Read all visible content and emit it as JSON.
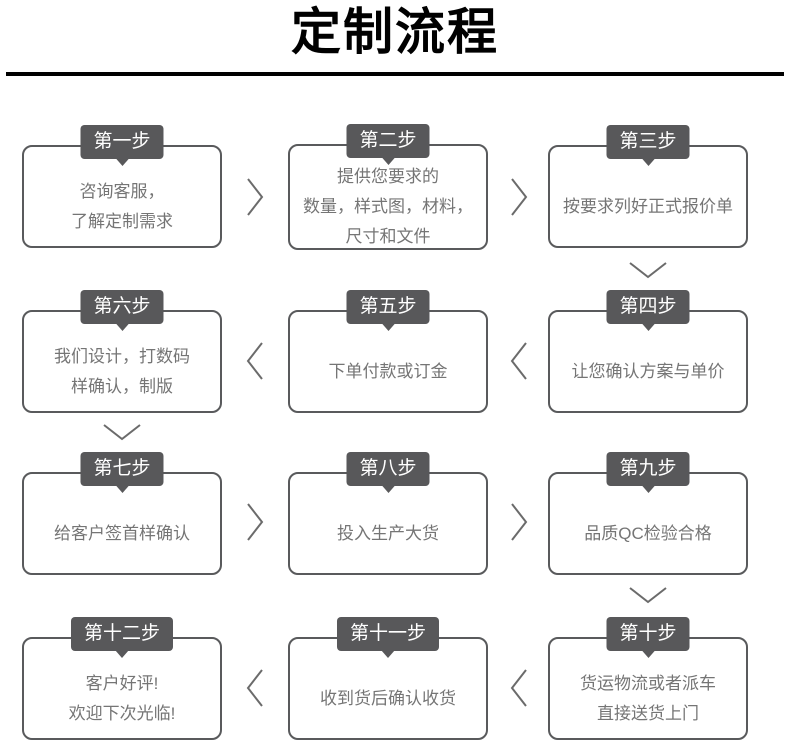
{
  "header": {
    "title": "定制流程"
  },
  "steps": [
    {
      "badge": "第一步",
      "lines": [
        "咨询客服，",
        "了解定制需求"
      ]
    },
    {
      "badge": "第二步",
      "lines": [
        "提供您要求的",
        "数量，样式图，材料，",
        "尺寸和文件"
      ]
    },
    {
      "badge": "第三步",
      "lines": [
        "按要求列好正式报价单"
      ]
    },
    {
      "badge": "第四步",
      "lines": [
        "让您确认方案与单价"
      ]
    },
    {
      "badge": "第五步",
      "lines": [
        "下单付款或订金"
      ]
    },
    {
      "badge": "第六步",
      "lines": [
        "我们设计，打数码",
        "样确认，制版"
      ]
    },
    {
      "badge": "第七步",
      "lines": [
        "给客户签首样确认"
      ]
    },
    {
      "badge": "第八步",
      "lines": [
        "投入生产大货"
      ]
    },
    {
      "badge": "第九步",
      "lines": [
        "品质QC检验合格"
      ]
    },
    {
      "badge": "第十步",
      "lines": [
        "货运物流或者派车",
        "直接送货上门"
      ]
    },
    {
      "badge": "第十一步",
      "lines": [
        "收到货后确认收货"
      ]
    },
    {
      "badge": "第十二步",
      "lines": [
        "客户好评!",
        "欢迎下次光临!"
      ]
    }
  ],
  "icons": {
    "chevron_right": "chevron-right-icon",
    "chevron_left": "chevron-left-icon",
    "chevron_down": "chevron-down-icon"
  },
  "colors": {
    "title": "#000000",
    "badge_bg": "#58585a",
    "badge_text": "#ffffff",
    "box_border": "#595a5c",
    "body_text": "#757575",
    "arrow": "#6b6b6b",
    "background": "#ffffff"
  }
}
